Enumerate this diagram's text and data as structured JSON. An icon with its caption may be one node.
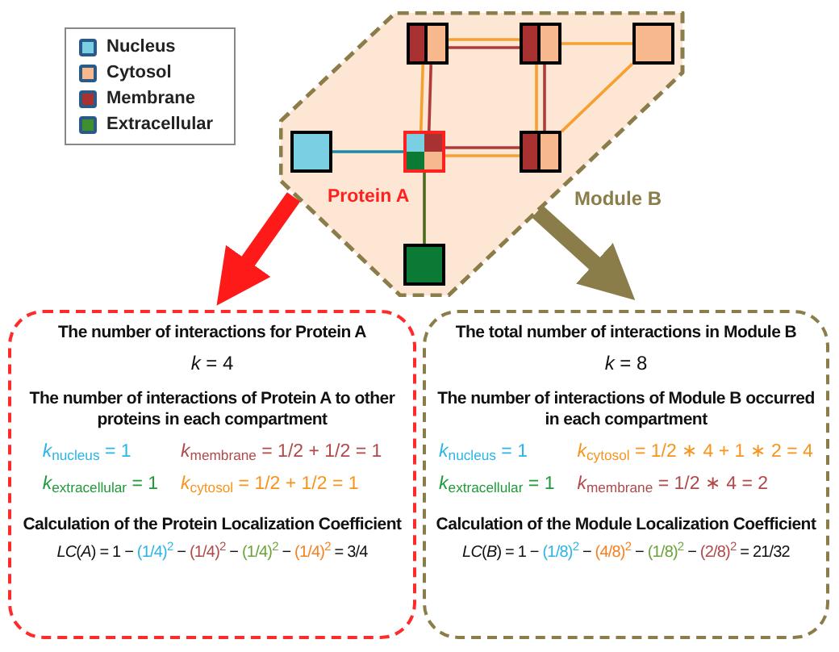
{
  "diagram": {
    "nodes": [
      {
        "text": [
          "Module B"
        ]
      },
      {
        "text": [],
        "shape": "box",
        "in": 0
      },
      {
        "text": [],
        "shape": "box",
        "in": 0
      },
      {
        "text": [],
        "shape": "box",
        "in": 0
      },
      {
        "text": [],
        "shape": "box",
        "in": 0
      },
      {
        "text": [],
        "shape": "box",
        "in": 0,
        "beside": [
          "Protein A"
        ]
      },
      {
        "text": [],
        "shape": "box",
        "in": 0
      },
      {
        "text": [],
        "shape": "box",
        "in": 0
      },
      {
        "text": [
          "The number of interactions for Protein A",
          "*k* = 4",
          "The number of interactions of Protein A to other proteins in each compartment",
          "*k*$_{nucleus}$ = 1",
          "*k*$_{membrane}$ = 1/2 + 1/2 = 1",
          "*k*$_{extracellular}$ = 1",
          "*k*$_{cytosol}$ = 1/2 + 1/2 = 1",
          "Calculation of the Protein Localization Coefficient",
          "*LC*(*A*) = 1 − (1/4)$^{2}$ − (1/4)$^{2}$ − (1/4)$^{2}$ − (1/4)$^{2}$ = 3/4"
        ]
      },
      {
        "text": [
          "The total number of interactions in Module B",
          "*k* = 8",
          "The number of interactions of Module B occurred in each compartment",
          "*k*$_{nucleus}$ = 1",
          "*k*$_{cytosol}$ = 1/2 ∗ 4 + 1 ∗ 2 = 4",
          "*k*$_{extracellular}$ = 1",
          "*k*$_{membrane}$ = 1/2 ∗ 4 = 2",
          "Calculation of the Module Localization Coefficient",
          "*LC*(*B*) = 1 − (1/8)$^{2}$ − (4/8)$^{2}$ − (1/8)$^{2}$ − (2/8)$^{2}$ = 21/32"
        ]
      }
    ],
    "edges": [
      {
        "from": 1,
        "to": 2,
        "arrow": "none"
      },
      {
        "from": 1,
        "to": 2,
        "arrow": "none",
        "color": "#b03a3a"
      },
      {
        "from": 1,
        "to": 5,
        "arrow": "none",
        "color": "#b03a3a"
      },
      {
        "from": 1,
        "to": 5,
        "arrow": "none"
      },
      {
        "from": 2,
        "to": 3,
        "arrow": "none"
      },
      {
        "from": 2,
        "to": 6,
        "arrow": "none",
        "color": "#b03a3a"
      },
      {
        "from": 2,
        "to": 6,
        "arrow": "none"
      },
      {
        "from": 3,
        "to": 6,
        "arrow": "none"
      },
      {
        "from": 5,
        "to": 6,
        "arrow": "none",
        "color": "#b03a3a"
      },
      {
        "from": 5,
        "to": 6,
        "arrow": "none"
      },
      {
        "from": 4,
        "to": 5,
        "arrow": "none",
        "color": "#1b8aa6"
      },
      {
        "from": 5,
        "to": 7,
        "arrow": "none",
        "color": "#4d6a1e"
      },
      {
        "from": 0,
        "to": 8,
        "arrow": "to",
        "style": "thick",
        "color": "#ff1a1a"
      },
      {
        "from": 0,
        "to": 9,
        "arrow": "to",
        "style": "thick",
        "color": "#8b7d4a"
      }
    ],
    "legend": [
      {
        "text": "Nucleus",
        "color": "#7ad0e2"
      },
      {
        "text": "Cytosol",
        "color": "#f8b88e"
      },
      {
        "text": "Membrane",
        "color": "#a83232"
      },
      {
        "text": "Extracellular",
        "color": "#3f8f2e"
      }
    ]
  }
}
